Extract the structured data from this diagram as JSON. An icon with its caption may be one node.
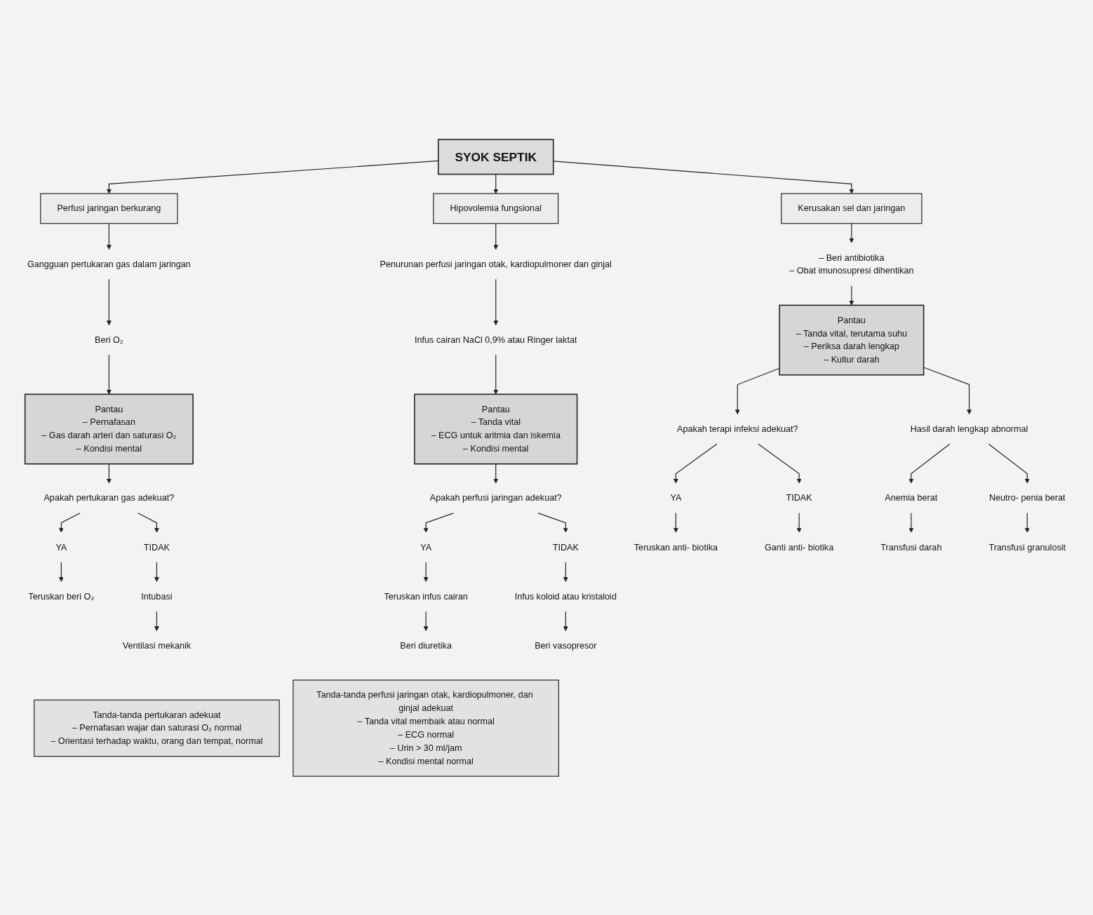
{
  "diagram": {
    "nodes": [
      {
        "text": [
          "SYOK SEPTIK"
        ]
      },
      {
        "text": [
          "Perfusi jaringan berkurang"
        ]
      },
      {
        "text": [
          "Hipovolemia fungsional"
        ]
      },
      {
        "text": [
          "Kerusakan sel dan jaringan"
        ]
      },
      {
        "text": [
          "Gangguan pertukaran gas dalam jaringan"
        ]
      },
      {
        "text": [
          "Beri O₂"
        ]
      },
      {
        "text": [
          "Pantau",
          "– Pernafasan",
          "– Gas darah arteri dan saturasi O₂",
          "– Kondisi mental"
        ]
      },
      {
        "text": [
          "Apakah pertukaran gas adekuat?"
        ]
      },
      {
        "text": [
          "YA"
        ]
      },
      {
        "text": [
          "TIDAK"
        ]
      },
      {
        "text": [
          "Teruskan beri O₂"
        ]
      },
      {
        "text": [
          "Intubasi"
        ]
      },
      {
        "text": [
          "Ventilasi mekanik"
        ]
      },
      {
        "text": [
          "Penurunan perfusi jaringan otak, kardiopulmoner dan ginjal"
        ]
      },
      {
        "text": [
          "Infus cairan NaCl 0,9% atau Ringer laktat"
        ]
      },
      {
        "text": [
          "Pantau",
          "– Tanda vital",
          "– ECG untuk aritmia dan iskemia",
          "– Kondisi mental"
        ]
      },
      {
        "text": [
          "Apakah perfusi jaringan adekuat?"
        ]
      },
      {
        "text": [
          "YA"
        ]
      },
      {
        "text": [
          "TIDAK"
        ]
      },
      {
        "text": [
          "Teruskan infus cairan"
        ]
      },
      {
        "text": [
          "Infus koloid atau kristaloid"
        ]
      },
      {
        "text": [
          "Beri diuretika"
        ]
      },
      {
        "text": [
          "Beri vasopresor"
        ]
      },
      {
        "text": [
          "– Beri antibiotika",
          "– Obat imunosupresi dihentikan"
        ]
      },
      {
        "text": [
          "Pantau",
          "– Tanda vital, terutama suhu",
          "– Periksa darah lengkap",
          "– Kultur darah"
        ]
      },
      {
        "text": [
          "Apakah terapi infeksi adekuat?"
        ]
      },
      {
        "text": [
          "Hasil darah lengkap abnormal"
        ]
      },
      {
        "text": [
          "YA"
        ]
      },
      {
        "text": [
          "TIDAK"
        ]
      },
      {
        "text": [
          "Teruskan anti- biotika"
        ]
      },
      {
        "text": [
          "Ganti anti- biotika"
        ]
      },
      {
        "text": [
          "Anemia berat"
        ]
      },
      {
        "text": [
          "Neutro- penia berat"
        ]
      },
      {
        "text": [
          "Transfusi darah"
        ]
      },
      {
        "text": [
          "Transfusi granulosit"
        ]
      },
      {
        "text": [
          "Tanda-tanda pertukaran adekuat",
          "– Pernafasan wajar dan saturasi O₂ normal",
          "– Orientasi terhadap waktu, orang dan tempat, normal"
        ]
      },
      {
        "text": [
          "Tanda-tanda perfusi jaringan otak, kardiopulmoner, dan ginjal adekuat",
          "– Tanda vital membaik atau normal",
          "– ECG normal",
          "– Urin > 30 ml/jam",
          "– Kondisi mental normal"
        ]
      }
    ],
    "edges": [
      {
        "from": 0,
        "to": 1,
        "arrow": "to"
      },
      {
        "from": 0,
        "to": 2,
        "arrow": "to"
      },
      {
        "from": 0,
        "to": 3,
        "arrow": "to"
      },
      {
        "from": 1,
        "to": 4,
        "arrow": "to"
      },
      {
        "from": 4,
        "to": 5,
        "arrow": "to"
      },
      {
        "from": 5,
        "to": 6,
        "arrow": "to"
      },
      {
        "from": 6,
        "to": 7,
        "arrow": "to"
      },
      {
        "from": 7,
        "to": 8,
        "arrow": "to"
      },
      {
        "from": 7,
        "to": 9,
        "arrow": "to"
      },
      {
        "from": 8,
        "to": 10,
        "arrow": "to"
      },
      {
        "from": 9,
        "to": 11,
        "arrow": "to"
      },
      {
        "from": 11,
        "to": 12,
        "arrow": "to"
      },
      {
        "from": 2,
        "to": 13,
        "arrow": "to"
      },
      {
        "from": 13,
        "to": 14,
        "arrow": "to"
      },
      {
        "from": 14,
        "to": 15,
        "arrow": "to"
      },
      {
        "from": 15,
        "to": 16,
        "arrow": "to"
      },
      {
        "from": 16,
        "to": 17,
        "arrow": "to"
      },
      {
        "from": 16,
        "to": 18,
        "arrow": "to"
      },
      {
        "from": 17,
        "to": 19,
        "arrow": "to"
      },
      {
        "from": 18,
        "to": 20,
        "arrow": "to"
      },
      {
        "from": 19,
        "to": 21,
        "arrow": "to"
      },
      {
        "from": 20,
        "to": 22,
        "arrow": "to"
      },
      {
        "from": 3,
        "to": 23,
        "arrow": "to"
      },
      {
        "from": 23,
        "to": 24,
        "arrow": "to"
      },
      {
        "from": 24,
        "to": 25,
        "arrow": "to"
      },
      {
        "from": 24,
        "to": 26,
        "arrow": "to"
      },
      {
        "from": 25,
        "to": 27,
        "arrow": "to"
      },
      {
        "from": 25,
        "to": 28,
        "arrow": "to"
      },
      {
        "from": 27,
        "to": 29,
        "arrow": "to"
      },
      {
        "from": 28,
        "to": 30,
        "arrow": "to"
      },
      {
        "from": 26,
        "to": 31,
        "arrow": "to"
      },
      {
        "from": 26,
        "to": 32,
        "arrow": "to"
      },
      {
        "from": 31,
        "to": 33,
        "arrow": "to"
      },
      {
        "from": 32,
        "to": 34,
        "arrow": "to"
      }
    ]
  }
}
